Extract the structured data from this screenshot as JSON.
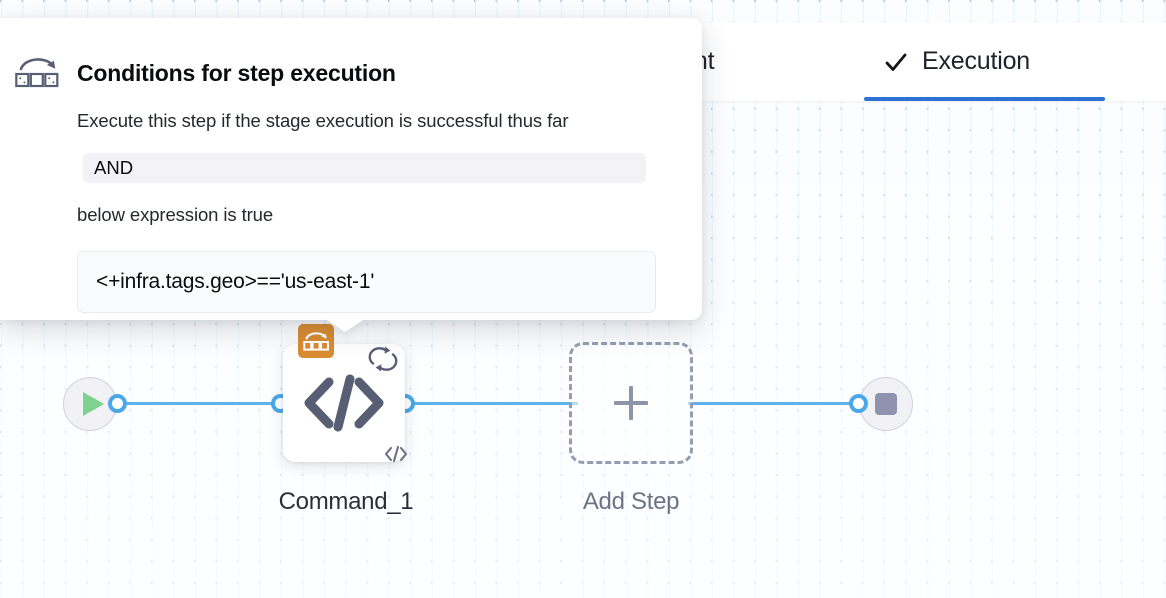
{
  "tabs": [
    {
      "label": "ronment",
      "full_label": "Environment",
      "active": false,
      "icon": ""
    },
    {
      "label": "Execution",
      "full_label": "Execution",
      "active": true,
      "icon": "check-icon"
    }
  ],
  "popover": {
    "icon": "command-step-icon",
    "title": "Conditions for step execution",
    "line1": "Execute this step if the stage execution is successful thus far",
    "operator_value": "AND",
    "line2": "below expression is true",
    "expression_value": "<+infra.tags.geo>=='us-east-1'"
  },
  "canvas": {
    "nodes": [
      {
        "name": "start",
        "icon": "play-icon",
        "label": ""
      },
      {
        "name": "command-step",
        "icon": "code-icon",
        "badge_icon": "command-step-icon",
        "retry_icon": "retry-loop-icon",
        "corner_icon": "code-small-icon",
        "label": "Command_1"
      },
      {
        "name": "add-step",
        "icon": "plus-icon",
        "label": "Add Step"
      },
      {
        "name": "end",
        "icon": "stop-icon",
        "label": ""
      }
    ]
  },
  "colors": {
    "accent_blue": "#2d72d2",
    "edge_blue": "#5cb3eb",
    "port_blue": "#4aa8e8",
    "badge_orange": "#da8c32",
    "play_green": "#7fd18f",
    "stop_gray": "#8f93ad",
    "dashed_gray": "#989cb3",
    "canvas_bg": "#fbfdff",
    "panel_bg": "#ffffff",
    "field_bg": "#f2f2f7"
  }
}
